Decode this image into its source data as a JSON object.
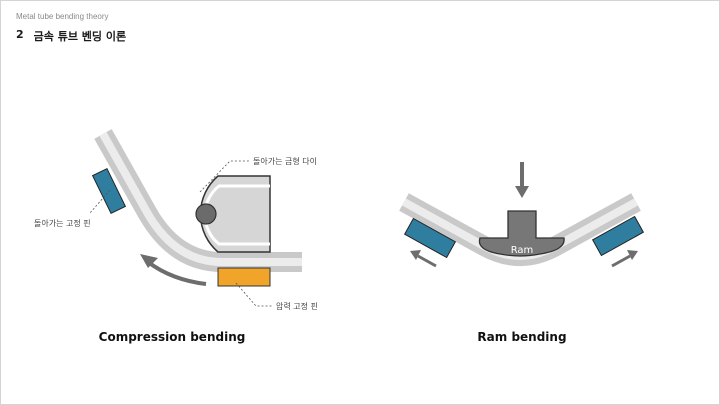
{
  "header": {
    "subtitle": "Metal tube bending theory",
    "number": "2",
    "title": "금속 튜브 벤딩 이론"
  },
  "compression": {
    "caption": "Compression bending",
    "label_die": "돌아가는 금형 다이",
    "label_clamp": "돌아가는 고정 핀",
    "label_pressure": "압력 고정 핀"
  },
  "ram": {
    "caption": "Ram bending",
    "ram_label": "Ram"
  },
  "colors": {
    "clamp_blue": "#2f7ea0",
    "pressure_orange": "#f0a429",
    "die_gray": "#d4d4d4",
    "tube_gray": "#c9c9c9",
    "ram_dark": "#777777",
    "arrow_gray": "#6d6d6d"
  }
}
